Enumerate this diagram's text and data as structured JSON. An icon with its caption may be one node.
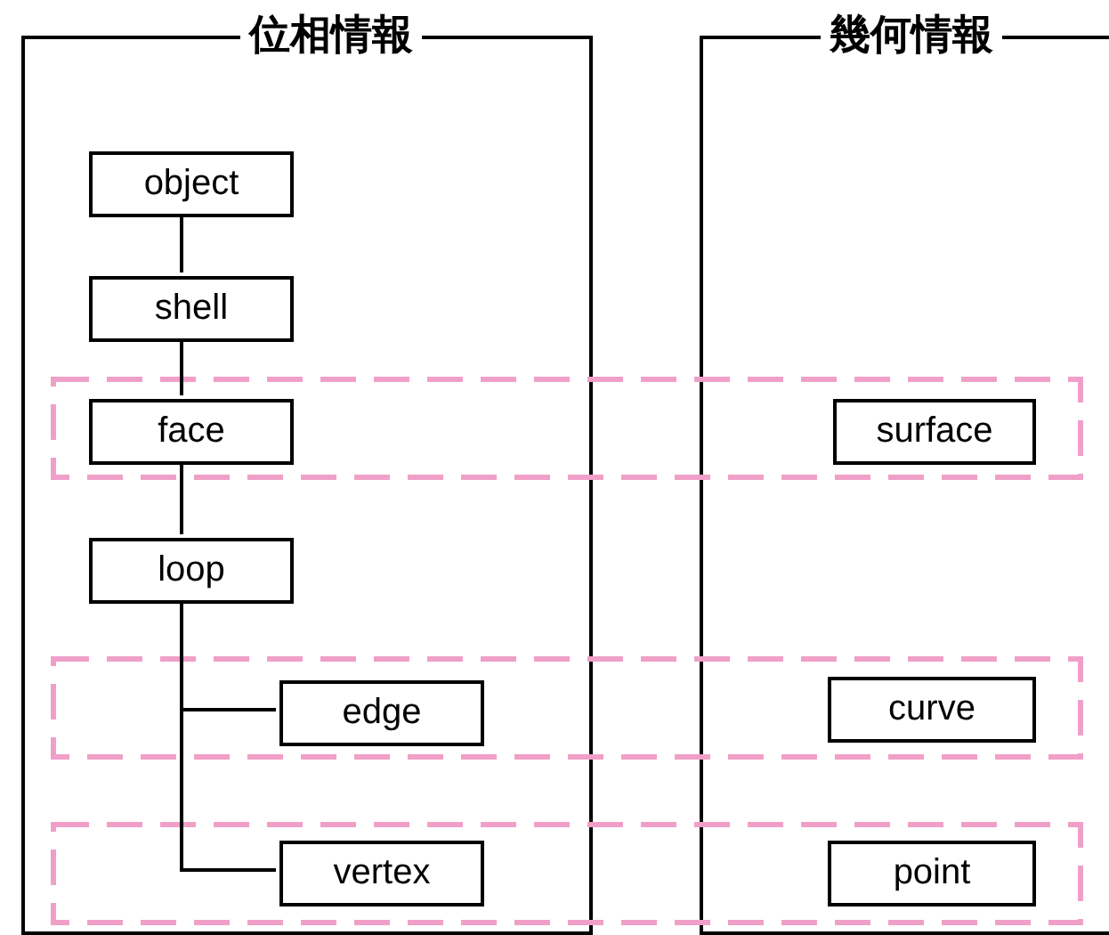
{
  "diagram": {
    "nodes": [
      {
        "text": [
          "位相情報"
        ]
      },
      {
        "text": [
          "幾何情報"
        ]
      },
      {
        "text": [
          "object"
        ],
        "in": 0
      },
      {
        "text": [
          "shell"
        ],
        "in": 0
      },
      {
        "text": [
          "face"
        ],
        "in": 0
      },
      {
        "text": [
          "loop"
        ],
        "in": 0
      },
      {
        "text": [
          "edge"
        ],
        "in": 0
      },
      {
        "text": [
          "vertex"
        ],
        "in": 0
      },
      {
        "text": [
          "surface"
        ],
        "in": 1
      },
      {
        "text": [
          "curve"
        ],
        "in": 1
      },
      {
        "text": [
          "point"
        ],
        "in": 1
      }
    ],
    "edges": [
      {
        "from": 2,
        "to": 3,
        "arrow": "none"
      },
      {
        "from": 3,
        "to": 4,
        "arrow": "none"
      },
      {
        "from": 4,
        "to": 5,
        "arrow": "none"
      },
      {
        "from": 5,
        "to": 6,
        "arrow": "none"
      },
      {
        "from": 5,
        "to": 7,
        "arrow": "none"
      }
    ]
  }
}
